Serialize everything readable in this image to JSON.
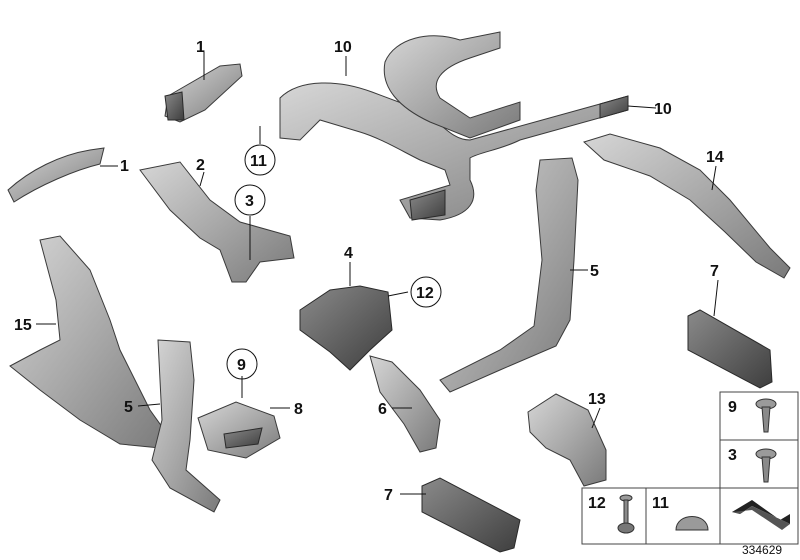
{
  "callouts": {
    "c1a": "1",
    "c1b": "1",
    "c2": "2",
    "c3": "3",
    "c4": "4",
    "c5a": "5",
    "c5b": "5",
    "c6": "6",
    "c7a": "7",
    "c7b": "7",
    "c8": "8",
    "c9": "9",
    "c10a": "10",
    "c10b": "10",
    "c11": "11",
    "c12": "12",
    "c13": "13",
    "c14": "14",
    "c15": "15"
  },
  "legend": {
    "l9": "9",
    "l3": "3",
    "l12": "12",
    "l11": "11"
  },
  "reference_number": "334629",
  "colors": {
    "part_light": "#b9b9b9",
    "part_dark": "#6d6d6d",
    "line": "#111111"
  }
}
